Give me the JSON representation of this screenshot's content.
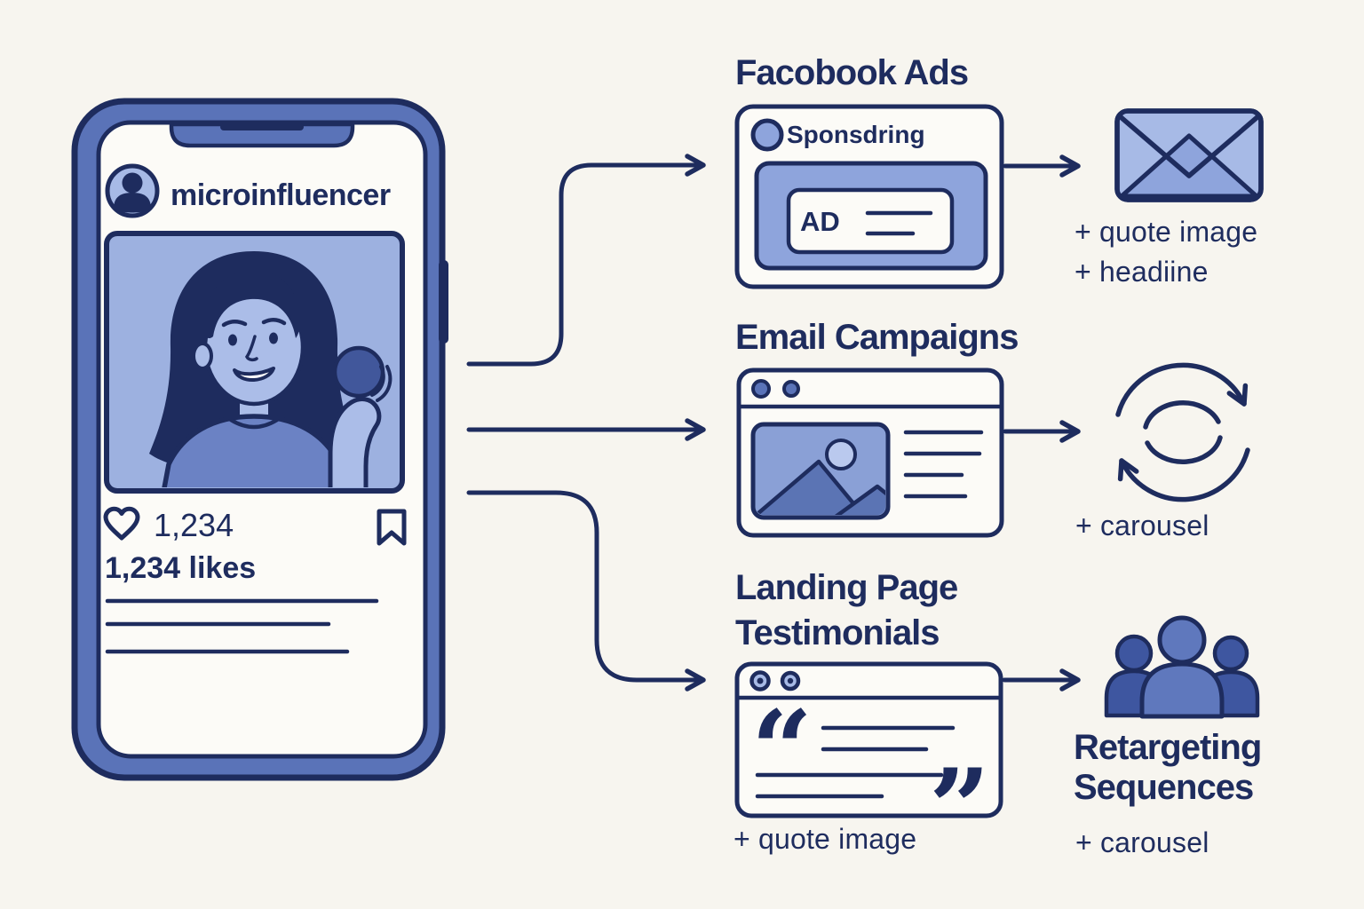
{
  "colors": {
    "navy": "#1e2c5e",
    "frame_blue": "#5a73b8",
    "periwinkle": "#a7bae6",
    "mid_blue": "#8ea4dc",
    "people_dark": "#3e56a0",
    "people_light": "#5f78bd",
    "background": "#f7f5ef"
  },
  "phone": {
    "username": "microinfluencer",
    "like_count": "1,234",
    "likes_label": "1,234 likes"
  },
  "facebook_ads": {
    "title": "Facobook Ads",
    "sponsored_label": "Sponsdring",
    "ad_label": "AD",
    "outputs": [
      "+ quote image",
      "+ headiine"
    ]
  },
  "email_campaigns": {
    "title": "Email Campaigns",
    "output": "+ carousel"
  },
  "landing_page": {
    "title_line1": "Landing Page",
    "title_line2": "Testimonials",
    "quote_open": "“",
    "quote_close": "”",
    "output": "+ quote image"
  },
  "retargeting": {
    "title_line1": "Retargeting",
    "title_line2": "Sequences",
    "output": "+ carousel"
  }
}
